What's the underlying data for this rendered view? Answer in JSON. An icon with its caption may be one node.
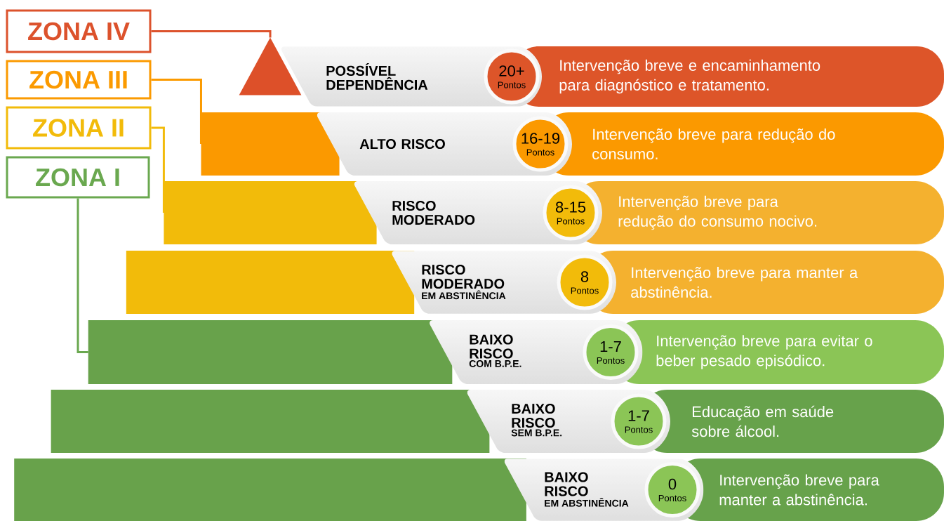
{
  "diagram": {
    "nodes": [
      {
        "text": [
          "ZONA IV"
        ]
      },
      {
        "text": [
          "ZONA III"
        ]
      },
      {
        "text": [
          "ZONA II"
        ]
      },
      {
        "text": [
          "ZONA I"
        ]
      },
      {
        "text": [],
        "shape": "triangle"
      },
      {
        "text": [],
        "shape": "trapezoid"
      },
      {
        "text": [],
        "shape": "trapezoid"
      },
      {
        "text": [],
        "shape": "trapezoid"
      },
      {
        "text": [],
        "shape": "trapezoid"
      },
      {
        "text": [],
        "shape": "trapezoid"
      },
      {
        "text": [],
        "shape": "trapezoid"
      },
      {
        "text": [
          "POSSÍVEL DEPENDÊNCIA",
          "Intervenção breve e encaminhamento para diagnóstico e tratamento."
        ]
      },
      {
        "text": [
          "20+",
          "Pontos"
        ]
      },
      {
        "text": [
          "ALTO RISCO",
          "Intervenção breve para redução do consumo."
        ]
      },
      {
        "text": [
          "16-19",
          "Pontos"
        ]
      },
      {
        "text": [
          "RISCO MODERADO",
          "Intervenção breve para redução do consumo nocivo."
        ]
      },
      {
        "text": [
          "8-15",
          "Pontos"
        ]
      },
      {
        "text": [
          "RISCO MODERADO",
          "EM ABSTINÊNCIA",
          "Intervenção breve para manter a abstinência."
        ]
      },
      {
        "text": [
          "8",
          "Pontos"
        ]
      },
      {
        "text": [
          "BAIXO RISCO",
          "COM B.P.E.",
          "Intervenção breve para evitar o beber pesado episódico."
        ]
      },
      {
        "text": [
          "1-7",
          "Pontos"
        ]
      },
      {
        "text": [
          "BAIXO RISCO",
          "SEM B.P.E.",
          "Educação em saúde sobre álcool."
        ]
      },
      {
        "text": [
          "1-7",
          "Pontos"
        ]
      },
      {
        "text": [
          "BAIXO RISCO",
          "EM ABSTINÊNCIA",
          "Intervenção breve para manter a abstinência."
        ]
      },
      {
        "text": [
          "0",
          "Pontos"
        ]
      }
    ],
    "edges": [
      {
        "from": 0,
        "to": 4,
        "arrow": "none",
        "color": "#dc522c"
      },
      {
        "from": 1,
        "to": 5,
        "arrow": "none",
        "color": "#fb9a00"
      },
      {
        "from": 2,
        "to": 6,
        "arrow": "none",
        "color": "#f2bb0a"
      },
      {
        "from": 3,
        "to": 8,
        "arrow": "none",
        "color": "#6aa84f"
      }
    ]
  }
}
